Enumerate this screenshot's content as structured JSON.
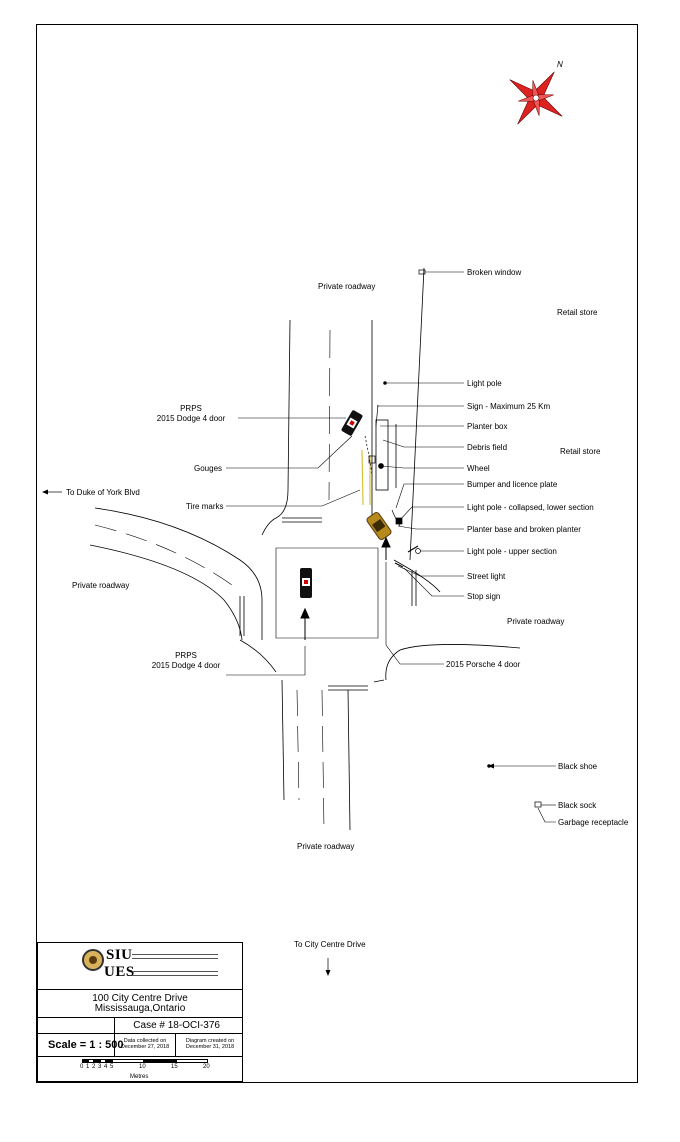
{
  "labels": {
    "private_roadway_n": "Private roadway",
    "private_roadway_w": "Private roadway",
    "private_roadway_e": "Private roadway",
    "private_roadway_s": "Private roadway",
    "retail_store_1": "Retail store",
    "retail_store_2": "Retail store",
    "to_duke_of_york": "To Duke of York Blvd",
    "to_city_centre": "To City Centre Drive",
    "prps_top_1": "PRPS",
    "prps_top_2": "2015 Dodge 4 door",
    "prps_bottom_1": "PRPS",
    "prps_bottom_2": "2015 Dodge 4 door",
    "porsche": "2015 Porsche 4 door",
    "gouges": "Gouges",
    "tire_marks": "Tire marks",
    "broken_window": "Broken window",
    "light_pole": "Light pole",
    "sign_max": "Sign - Maximum 25 Km",
    "planter_box": "Planter box",
    "debris_field": "Debris field",
    "wheel": "Wheel",
    "bumper": "Bumper and licence plate",
    "light_pole_collapsed": "Light pole - collapsed, lower section",
    "planter_base": "Planter base and broken planter",
    "light_pole_upper": "Light pole - upper section",
    "street_light": "Street light",
    "stop_sign": "Stop sign",
    "black_shoe": "Black shoe",
    "black_sock": "Black sock",
    "garbage_receptacle": "Garbage receptacle",
    "north": "N"
  },
  "title_block": {
    "logo_siu": "SIU",
    "logo_ues": "UES",
    "address_line1": "100 City Centre Drive",
    "address_line2": "Mississauga,Ontario",
    "case_number": "Case # 18-OCI-376",
    "scale": "Scale = 1 : 500",
    "data_collected_label": "Data collected on",
    "data_collected_date": "December 27, 2018",
    "diagram_created_label": "Diagram created on",
    "diagram_created_date": "December 31, 2018",
    "scale_ticks": [
      "0",
      "1",
      "2",
      "3",
      "4",
      "5",
      "10",
      "15",
      "20"
    ],
    "scale_units": "Metres"
  }
}
